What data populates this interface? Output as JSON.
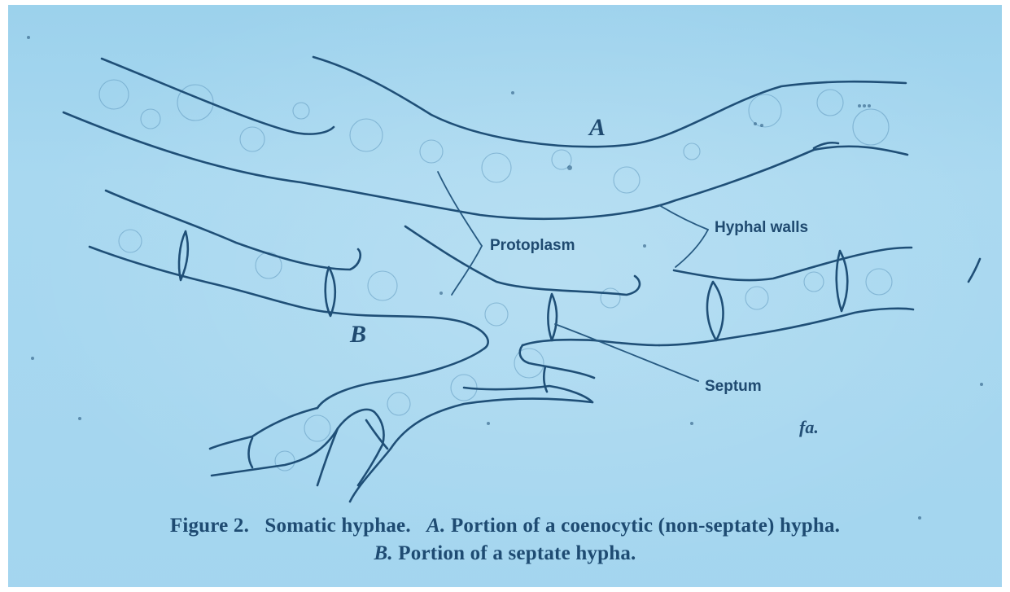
{
  "labels": {
    "A": "A",
    "B": "B",
    "protoplasm": "Protoplasm",
    "hyphal_walls": "Hyphal walls",
    "septum": "Septum"
  },
  "signature": "fa.",
  "caption": {
    "line1_prefix": "Figure 2.",
    "line1_title": "Somatic hyphae.",
    "line1_letter": "A.",
    "line1_text": "Portion of a coenocytic (non-septate) hypha.",
    "line2_letter": "B.",
    "line2_text": "Portion of a septate hypha."
  },
  "colors": {
    "background": "#a8d8f0",
    "ink": "#1f4f77"
  }
}
